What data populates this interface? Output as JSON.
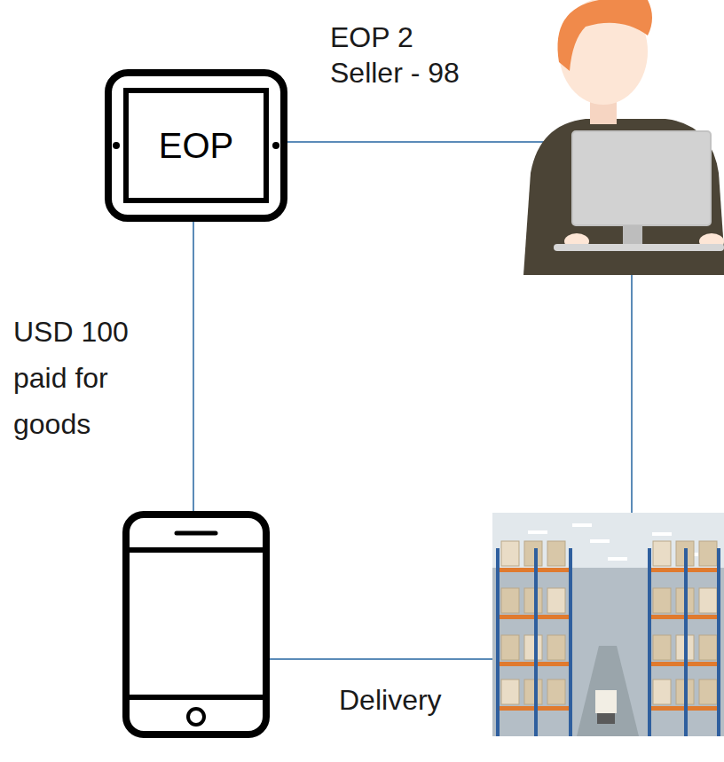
{
  "diagram": {
    "nodes": [
      {
        "text": [
          "EOP"
        ]
      },
      {
        "text": []
      },
      {
        "text": []
      },
      {
        "text": []
      }
    ],
    "edges": [
      {
        "from": 0,
        "to": 1,
        "arrow": "none",
        "label": "EOP 2 Seller - 98"
      },
      {
        "from": 0,
        "to": 2,
        "arrow": "none",
        "label": "USD 100 paid for goods"
      },
      {
        "from": 1,
        "to": 3,
        "arrow": "none"
      },
      {
        "from": 2,
        "to": 3,
        "arrow": "none",
        "label": "Delivery"
      }
    ]
  }
}
